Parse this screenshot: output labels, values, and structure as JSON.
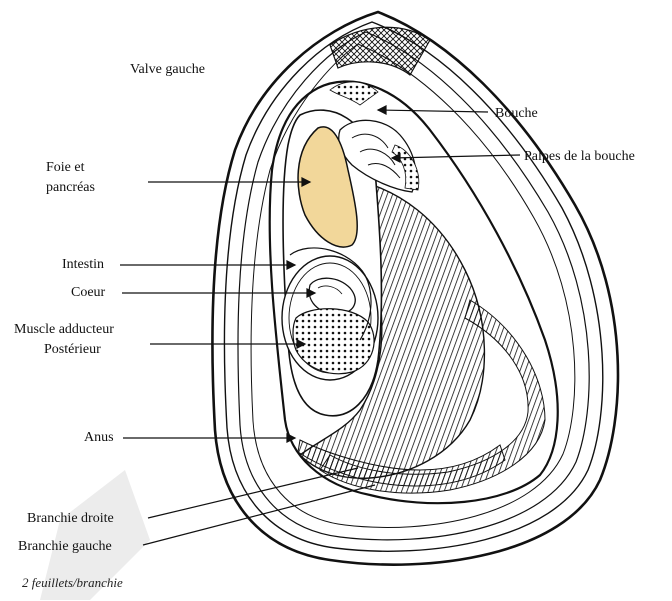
{
  "labels": {
    "valve_gauche": "Valve gauche",
    "bouche": "Bouche",
    "palpes": "Palpes de la bouche",
    "foie_line1": "Foie et",
    "foie_line2": "pancréas",
    "intestin": "Intestin",
    "coeur": "Coeur",
    "muscle_line1": "Muscle adducteur",
    "muscle_line2": "Postérieur",
    "anus": "Anus",
    "branchie_droite": "Branchie droite",
    "branchie_gauche": "Branchie gauche"
  },
  "caption": "2 feuillets/branchie",
  "colors": {
    "liver_fill": "#f2d79a",
    "ink": "#111111",
    "watermark": "#e6e6e6"
  }
}
